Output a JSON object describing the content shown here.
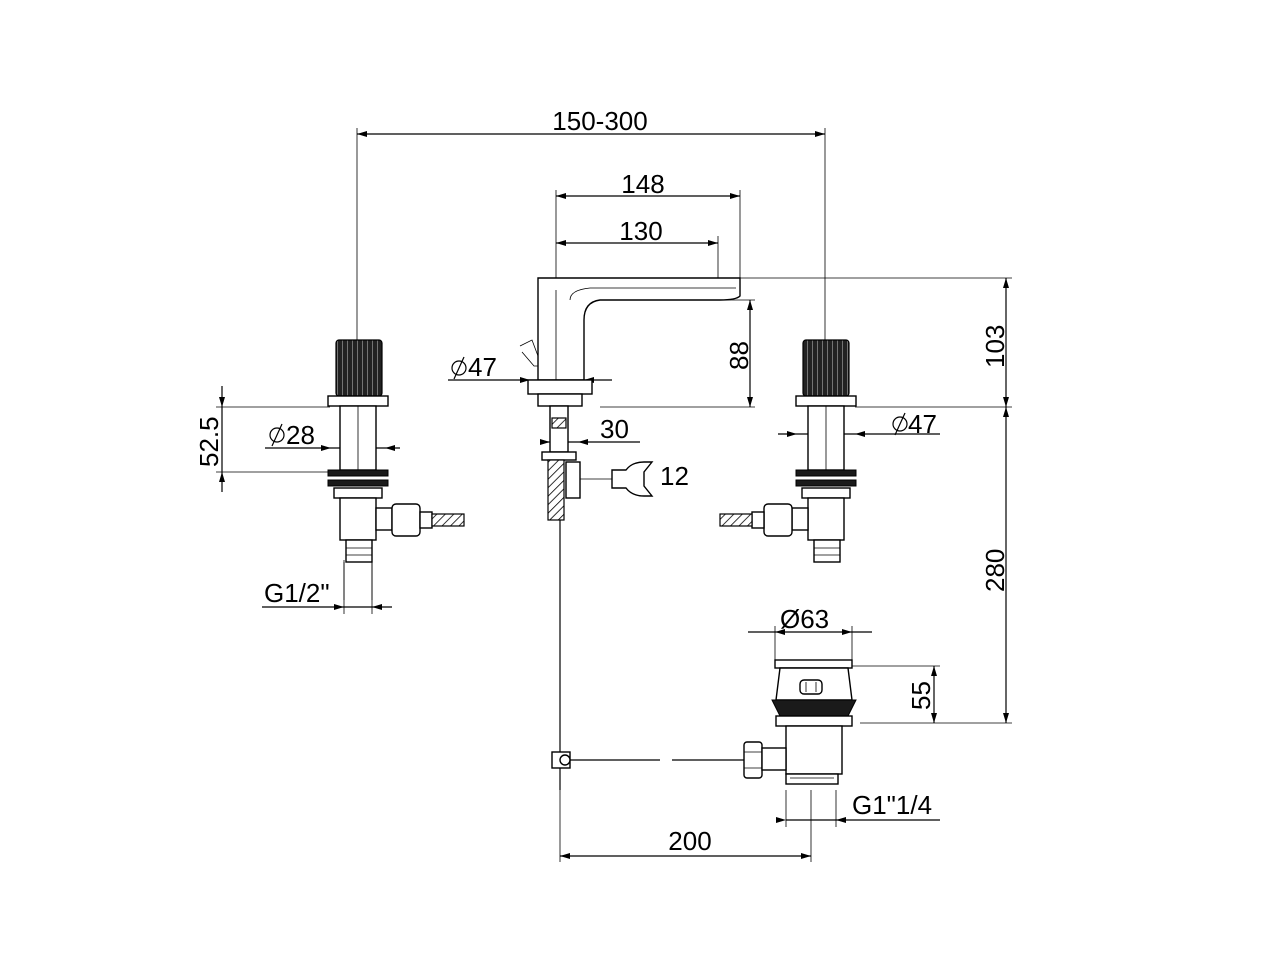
{
  "dimensions": {
    "spread": "150-300",
    "spout_reach": "148",
    "spout_reach_inner": "130",
    "spout_height": "88",
    "spout_diameter": "47",
    "body_height_total": "103",
    "left_handle_diameter": "28",
    "left_handle_height": "52.5",
    "right_handle_diameter": "47",
    "shank_thread_cold_hot": "G1/2\"",
    "mounting_depth": "30",
    "wrench_size": "12",
    "installation_depth": "280",
    "waste_diameter": "Ø63",
    "waste_height": "55",
    "waste_thread": "G1\"1/4",
    "rod_distance": "200"
  },
  "icons": {
    "wrench": "wrench-icon",
    "diameter": "diameter-symbol"
  },
  "colors": {
    "line": "#000000",
    "background": "#ffffff",
    "dark_fill": "#1a1a1a"
  }
}
